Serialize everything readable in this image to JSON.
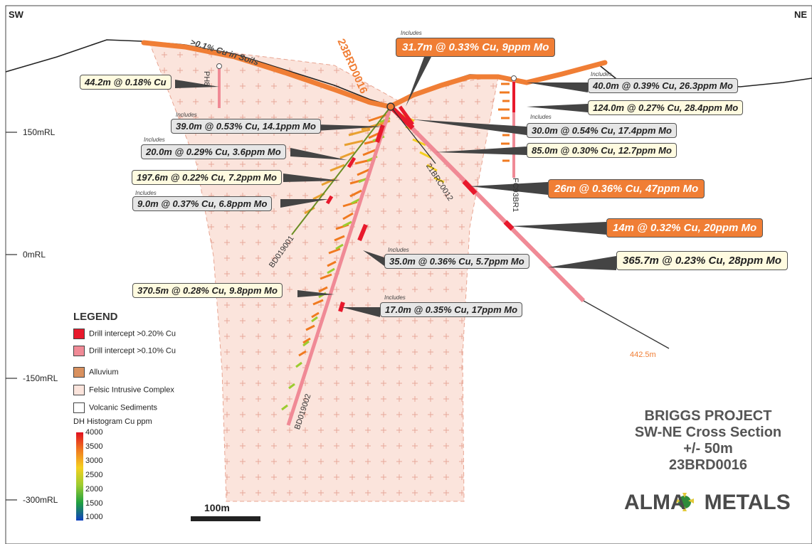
{
  "corners": {
    "left": "SW",
    "right": "NE"
  },
  "soil_label": ">0.1% Cu in Soils",
  "main_hole": {
    "name": "23BRD0016",
    "end_depth": "442.5m"
  },
  "drill_holes": [
    "PH8",
    "BD019001",
    "21BRC0012",
    "FC93BR1",
    "BD019002"
  ],
  "rl_labels": [
    "150mRL",
    "0mRL",
    "-150mRL",
    "-300mRL"
  ],
  "includes_text": "Includes",
  "intercepts": {
    "ph8": "44.2m @ 0.18% Cu",
    "top_main": "31.7m @ 0.33% Cu, 9ppm Mo",
    "a1": "39.0m @ 0.53% Cu, 14.1ppm Mo",
    "a2": "20.0m @ 0.29% Cu, 3.6ppm Mo",
    "a3": "197.6m @ 0.22% Cu, 7.2ppm Mo",
    "a4": "9.0m @ 0.37% Cu, 6.8ppm Mo",
    "b1": "40.0m @ 0.39% Cu, 26.3ppm Mo",
    "b2": "124.0m @ 0.27% Cu, 28.4ppm Mo",
    "b3": "30.0m @ 0.54% Cu, 17.4ppm Mo",
    "b4": "85.0m @ 0.30% Cu, 12.7ppm Mo",
    "m1": "26m @ 0.36% Cu, 47ppm Mo",
    "m2": "14m @ 0.32% Cu, 20ppm Mo",
    "m3": "365.7m @ 0.23% Cu, 28ppm Mo",
    "c1": "35.0m @ 0.36% Cu, 5.7ppm Mo",
    "c2": "370.5m @ 0.28% Cu, 9.8ppm Mo",
    "c3": "17.0m @ 0.35% Cu, 17ppm Mo"
  },
  "legend": {
    "title": "LEGEND",
    "items": [
      {
        "label": "Drill intercept >0.20% Cu",
        "color": "#e8192c"
      },
      {
        "label": "Drill intercept >0.10% Cu",
        "color": "#f08a96"
      },
      {
        "label": "Alluvium",
        "color": "#d9915f"
      },
      {
        "label": "Felsic Intrusive Complex",
        "color": "#fbe4dc"
      },
      {
        "label": "Volcanic Sediments",
        "color": "#ffffff"
      }
    ],
    "histogram_title": "DH Histogram Cu ppm",
    "scale_ticks": [
      "4000",
      "3500",
      "3000",
      "2500",
      "2000",
      "1500",
      "1000"
    ]
  },
  "scale_bar_label": "100m",
  "title_lines": [
    "BRIGGS PROJECT",
    "SW-NE Cross Section",
    "+/- 50m",
    "23BRD0016"
  ],
  "logo": {
    "left": "ALMA",
    "right": "METALS"
  },
  "colors": {
    "orange": "#f07e35",
    "intercept_high": "#e8192c",
    "intercept_low": "#f08a96",
    "intrusive": "#fbe4dc"
  }
}
